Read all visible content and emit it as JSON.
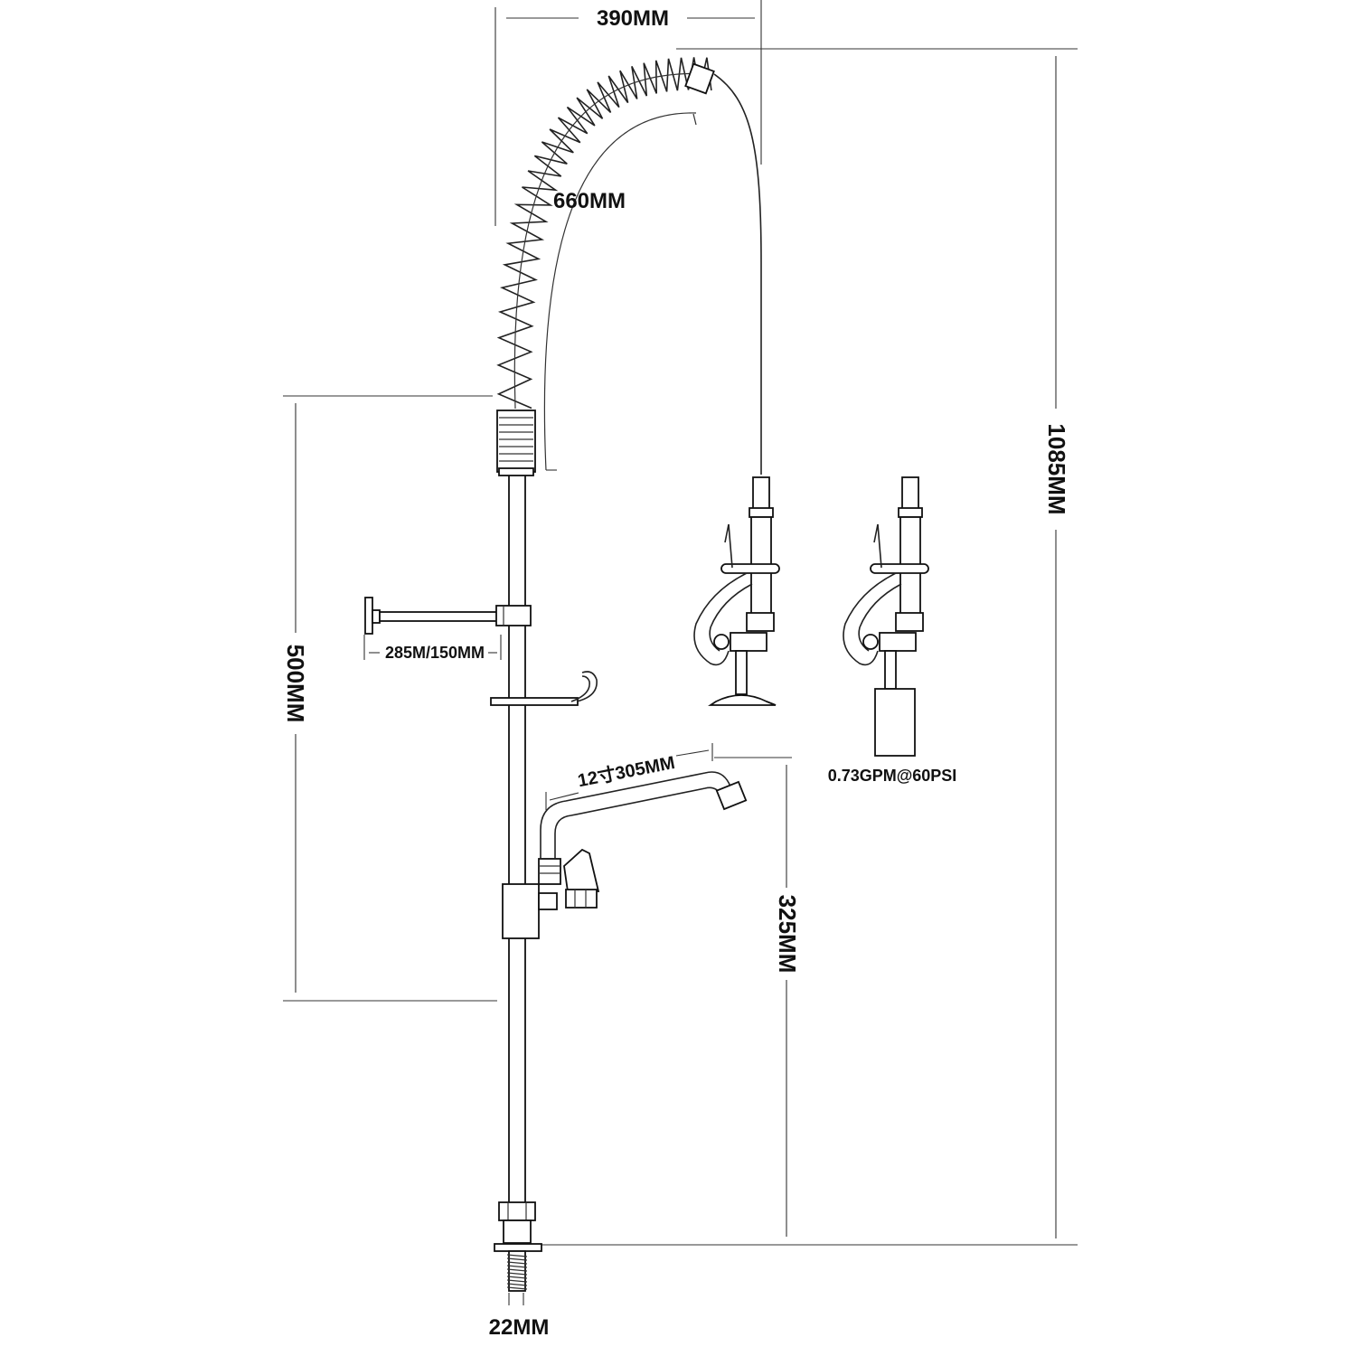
{
  "dimensions": {
    "spring_span": "390MM",
    "hose_length": "660MM",
    "overall_height": "1085MM",
    "column_height": "500MM",
    "wall_bracket": "285M/150MM",
    "spout_length": "12寸305MM",
    "spout_height": "325MM",
    "inlet_diameter": "22MM"
  },
  "spray_valve": {
    "flow_rate": "0.73GPM@60PSI"
  }
}
